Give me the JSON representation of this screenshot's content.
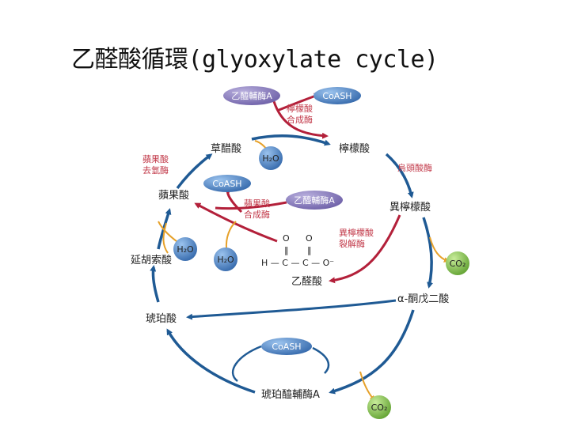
{
  "slide": {
    "title": "乙醛酸循環(glyoxylate cycle)"
  },
  "metabolites": {
    "oxaloacetate": "草醋酸",
    "citrate": "檸檬酸",
    "isocitrate": "異檸檬酸",
    "alpha_ketoglutarate": "α-酮戊二酸",
    "succinyl_coa": "琥珀醯輔酶A",
    "succinate": "琥珀酸",
    "fumarate": "延胡索酸",
    "malate": "蘋果酸",
    "glyoxylate": "乙醛酸"
  },
  "enzymes": {
    "citrate_synthase": [
      "檸檬酸",
      "合成酶"
    ],
    "aconitase": "烏頭酸酶",
    "isocitrate_lyase": [
      "異檸檬酸",
      "裂解酶"
    ],
    "malate_synthase": [
      "蘋果酸",
      "合成酶"
    ],
    "malate_dehydrogenase": [
      "蘋果酸",
      "去氫酶"
    ]
  },
  "cofactors": {
    "acetyl_coa_top": "乙醯輔酶A",
    "acetyl_coa_mid": "乙醯輔酶A",
    "coash_top": "CoASH",
    "coash_mid": "CoASH",
    "coash_bottom": "CoASH",
    "h2o_top": "H₂O",
    "h2o_left": "H₂O",
    "h2o_left2": "H₂O",
    "co2_right": "CO₂",
    "co2_bottom": "CO₂"
  },
  "glyoxylate_structure": {
    "o1": "O",
    "o2": "O",
    "dbl1": "‖",
    "dbl2": "‖",
    "formula": "H — C — C — O⁻"
  },
  "colors": {
    "cycle_blue": "#1f5a94",
    "glyoxylate_red": "#b3203a",
    "side_orange": "#e6a12a",
    "acetyl_purple": "#7a6cb0",
    "coash_blue": "#3e73b5",
    "co2_green": "#6fae3c",
    "enzyme_text": "#c23a4a"
  }
}
